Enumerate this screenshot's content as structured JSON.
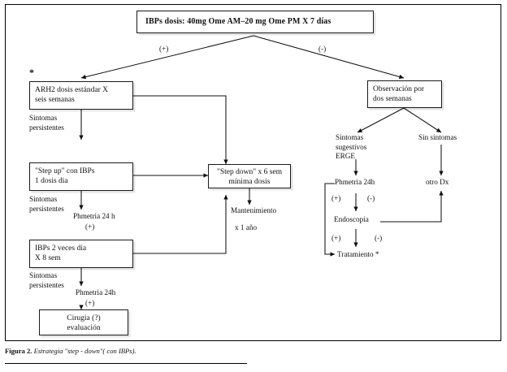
{
  "figure": {
    "caption_label": "Figura 2.",
    "caption_text": "Estrategia \"step - down\"( con IBPs)."
  },
  "diagram": {
    "type": "clinical-flowchart",
    "title_box": "IBPs     dosis:  40mg Ome  AM–20 mg  Ome PM X 7 días",
    "root_star": "*",
    "branch_labels": {
      "positive": "(+)",
      "negative": "(-)"
    },
    "nodes": [
      {
        "id": "top",
        "kind": "box",
        "text": "IBPs     dosis:  40mg Ome  AM–20 mg  Ome PM X 7 días"
      },
      {
        "id": "arh2",
        "kind": "box",
        "text": "ARH2 dosis estándar X\nseis semanas"
      },
      {
        "id": "stepup",
        "kind": "box",
        "text": "\"Step up\" con IBPs\n1 dosis dia"
      },
      {
        "id": "ibps2",
        "kind": "box",
        "text": "IBPs 2 veces dia\nX 8 sem"
      },
      {
        "id": "cirugia",
        "kind": "box",
        "text": "Cirugía (?)\nevaluación"
      },
      {
        "id": "stepdown",
        "kind": "box",
        "text": "\"Step down\" x 6 sem\nmínima dosis"
      },
      {
        "id": "observacion",
        "kind": "box",
        "text": "Observación por\ndos semanas"
      },
      {
        "id": "sint1",
        "kind": "label",
        "text": "Sintomas\npersistentes"
      },
      {
        "id": "sint2",
        "kind": "label",
        "text": "Sintomas\npersistentes"
      },
      {
        "id": "sint3",
        "kind": "label",
        "text": "Sintomas\npersistentes"
      },
      {
        "id": "ph1",
        "kind": "label",
        "text": "Phmetria 24 h"
      },
      {
        "id": "ph1sign",
        "kind": "label",
        "text": "(+)"
      },
      {
        "id": "ph2",
        "kind": "label",
        "text": "Phmetria 24h"
      },
      {
        "id": "ph2sign",
        "kind": "label",
        "text": "(+)"
      },
      {
        "id": "mantenimiento",
        "kind": "label",
        "text": "Mantenimiento"
      },
      {
        "id": "unanio",
        "kind": "label",
        "text": "x 1 año"
      },
      {
        "id": "sugestivos",
        "kind": "label",
        "text": "Sintomas\nsugestivos\nERGE"
      },
      {
        "id": "sinsintomas",
        "kind": "label",
        "text": "Sin  sintomas"
      },
      {
        "id": "phder",
        "kind": "label",
        "text": "Phmetria 24h"
      },
      {
        "id": "otrodx",
        "kind": "label",
        "text": "otro Dx"
      },
      {
        "id": "endoscopia",
        "kind": "label",
        "text": "Endoscopia"
      },
      {
        "id": "tratamiento",
        "kind": "label",
        "text": "Tratamiento *"
      },
      {
        "id": "ph_pos",
        "kind": "sign",
        "text": "(+)"
      },
      {
        "id": "ph_neg",
        "kind": "sign",
        "text": "(-)"
      },
      {
        "id": "endo_pos",
        "kind": "sign",
        "text": "(+)"
      },
      {
        "id": "endo_neg",
        "kind": "sign",
        "text": "(-)"
      }
    ]
  }
}
